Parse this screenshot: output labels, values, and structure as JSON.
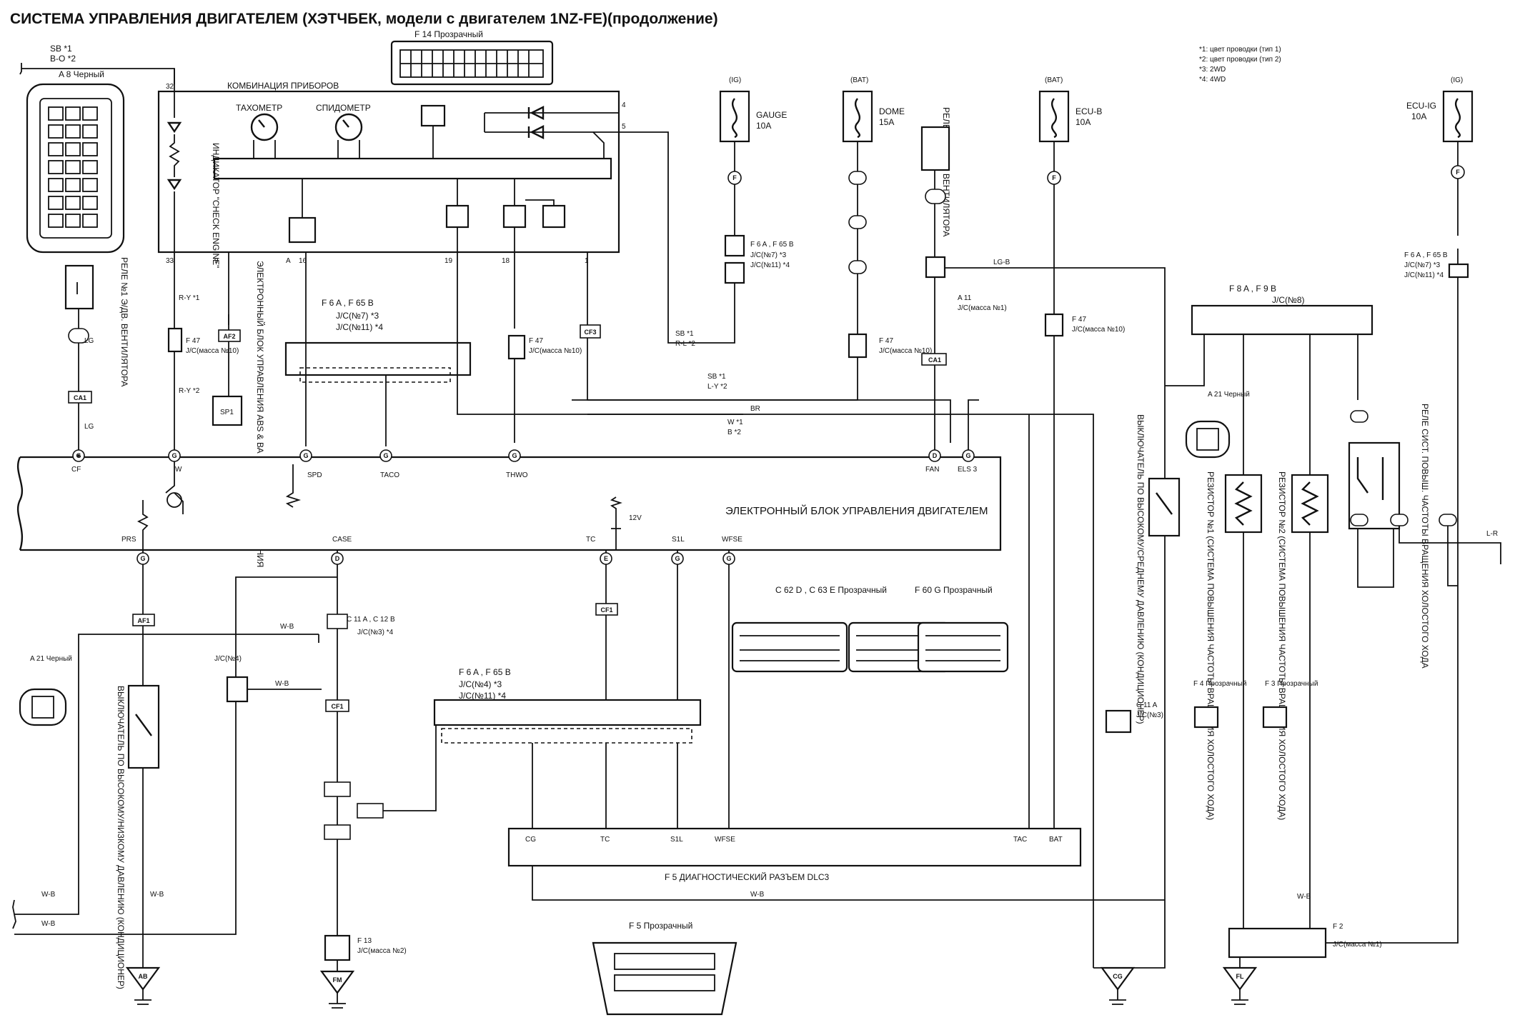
{
  "title": "СИСТЕМА УПРАВЛЕНИЯ ДВИГАТЕЛЕМ (ХЭТЧБЕК, модели с двигателем 1NZ-FE)(продолжение)",
  "notes": [
    "*1: цвет проводки (тип 1)",
    "*2: цвет проводки (тип 2)",
    "*3: 2WD",
    "*4: 4WD"
  ],
  "top_left_wire": {
    "colors": "SB  *1\nB-O  *2",
    "connector": "A  8  Черный"
  },
  "top_connector": {
    "label": "F  14   Прозрачный"
  },
  "combination_meter": {
    "label": "КОМБИНАЦИЯ ПРИБОРОВ",
    "tach": "ТАХОМЕТР",
    "speedo": "СПИДОМЕТР",
    "check_engine": "ИНДИКАТОР \"CHECK ENGINE\""
  },
  "fuses": [
    {
      "source": "(IG)",
      "name": "GAUGE",
      "rating": "10A"
    },
    {
      "source": "(BAT)",
      "name": "DOME",
      "rating": "15A"
    },
    {
      "source": "(BAT)",
      "name": "ECU-B",
      "rating": "10A"
    },
    {
      "source": "(IG)",
      "name": "ECU-IG",
      "rating": "10A"
    }
  ],
  "relays": {
    "fan1": "РЕЛЕ №1 Э/ДВ. ВЕНТИЛЯТОРА",
    "fan2": "РЕЛЕ №2 Э/ДВ. ВЕНТИЛЯТОРА",
    "idle": "РЕЛЕ СИСТ. ПОВЫШ. ЧАСТОТЫ ВРАЩЕНИЯ ХОЛОСТОГО ХОДА"
  },
  "abs_ecu": "ЭЛЕКТРОННЫЙ БЛОК УПРАВЛЕНИЯ ABS & ВА И МОДУЛЯТОР ДАВЛЕНИЯ",
  "ecm": {
    "label": "ЭЛЕКТРОННЫЙ БЛОК УПРАВЛЕНИЯ ДВИГАТЕЛЕМ",
    "top_pins": [
      "CF",
      "W",
      "SPD",
      "TACO",
      "THWO",
      "FAN",
      "ELS 3"
    ],
    "bottom_pins": [
      "PRS",
      "CASE",
      "TC",
      "S1L",
      "WFSE"
    ],
    "v12": "12V"
  },
  "jc_labels": [
    "J/C(масса №10)",
    "J/C(№7)  *3",
    "J/C(№11)  *4",
    "J/C(масса №1)",
    "J/C(№8)",
    "J/C(№3)  *4",
    "J/C(№4)",
    "J/C(масса №2)",
    "J/C(масса №1)"
  ],
  "switches": {
    "hi_mid": "ВЫКЛЮЧАТЕЛЬ ПО ВЫСОКОМУ/СРЕДНЕМУ ДАВЛЕНИЮ (КОНДИЦИОНЕР)",
    "hi_low": "ВЫКЛЮЧАТЕЛЬ ПО ВЫСОКОМУ/НИЗКОМУ ДАВЛЕНИЮ (КОНДИЦИОНЕР)"
  },
  "resistors": {
    "r1": "РЕЗИСТОР №1 (СИСТЕМА ПОВЫШЕНИЯ ЧАСТОТЫ ВРАЩЕНИЯ ХОЛОСТОГО ХОДА)",
    "r2": "РЕЗИСТОР №2 (СИСТЕМА ПОВЫШЕНИЯ ЧАСТОТЫ ВРАЩЕНИЯ ХОЛОСТОГО ХОДА)"
  },
  "dlc3": {
    "label": "F  5    ДИАГНОСТИЧЕСКИЙ РАЗЪЕМ DLC3",
    "pins": [
      "CG",
      "TC",
      "S1L",
      "WFSE",
      "TAC",
      "BAT"
    ]
  },
  "connector_refs": {
    "ab": "A  21\nЧерный",
    "f5": "F  5  Прозрачный",
    "c62c63": "C  62 D , C  63 E\nПрозрачный",
    "f60": "F  60 G\nПрозрачный",
    "f4": "F  4\nПрозрачный",
    "f3": "F  3\nПрозрачный",
    "a21b": "A  21\nЧерный"
  },
  "grounds": [
    "AB",
    "FM",
    "CG",
    "FL"
  ]
}
